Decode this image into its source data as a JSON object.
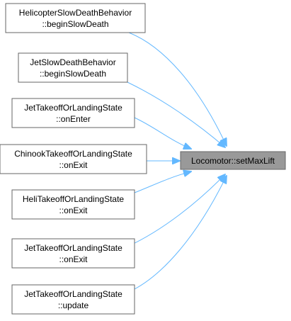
{
  "graph": {
    "target": {
      "label": "Locomotor::setMaxLift",
      "fill": "#999999",
      "stroke": "#666666"
    },
    "callers": [
      {
        "line1": "HelicopterSlowDeathBehavior",
        "line2": "::beginSlowDeath"
      },
      {
        "line1": "JetSlowDeathBehavior",
        "line2": "::beginSlowDeath"
      },
      {
        "line1": "JetTakeoffOrLandingState",
        "line2": "::onEnter"
      },
      {
        "line1": "ChinookTakeoffOrLandingState",
        "line2": "::onExit"
      },
      {
        "line1": "HeliTakeoffOrLandingState",
        "line2": "::onExit"
      },
      {
        "line1": "JetTakeoffOrLandingState",
        "line2": "::onExit"
      },
      {
        "line1": "JetTakeoffOrLandingState",
        "line2": "::update"
      }
    ],
    "colors": {
      "node_fill": "#ffffff",
      "node_stroke": "#666666",
      "edge": "#63b8ff"
    }
  }
}
